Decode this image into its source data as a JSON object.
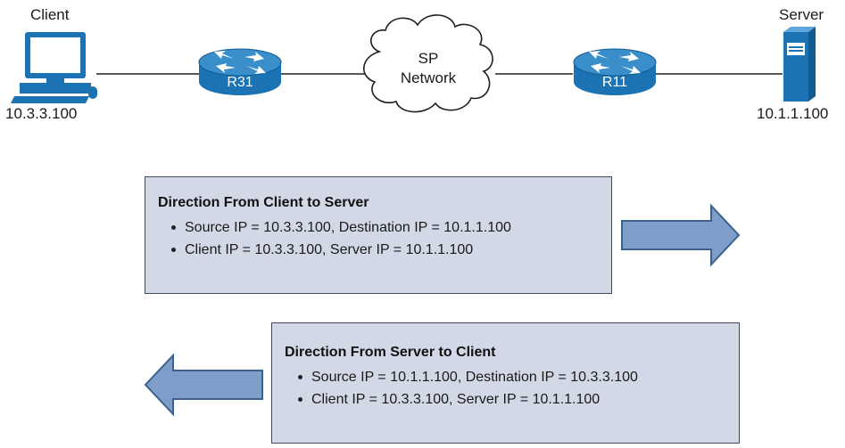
{
  "topology": {
    "client": {
      "title": "Client",
      "ip": "10.3.3.100"
    },
    "server": {
      "title": "Server",
      "ip": "10.1.1.100"
    },
    "router_left": {
      "label": "R31"
    },
    "router_right": {
      "label": "R11"
    },
    "cloud": {
      "line1": "SP",
      "line2": "Network"
    }
  },
  "boxes": [
    {
      "title": "Direction From Client to Server",
      "items": [
        "Source IP = 10.3.3.100, Destination IP = 10.1.1.100",
        "Client IP = 10.3.3.100, Server IP = 10.1.1.100"
      ]
    },
    {
      "title": "Direction From Server to Client",
      "items": [
        "Source IP = 10.1.1.100, Destination IP = 10.3.3.100",
        "Client IP = 10.3.3.100, Server IP = 10.1.1.100"
      ]
    }
  ],
  "colors": {
    "router": "#1b73b3",
    "box_fill": "#d2d8e6",
    "arrow_fill": "#7d9ec8",
    "arrow_stroke": "#3f5f8c"
  }
}
